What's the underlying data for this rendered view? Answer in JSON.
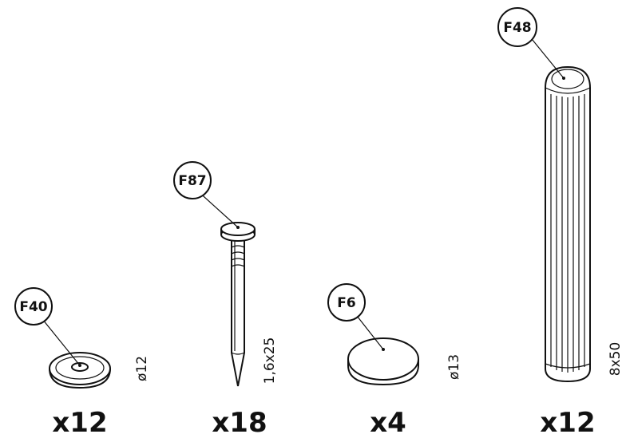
{
  "parts": [
    {
      "code": "F40",
      "quantity": "x12",
      "dimension": "ø12"
    },
    {
      "code": "F87",
      "quantity": "x18",
      "dimension": "1,6x25"
    },
    {
      "code": "F6",
      "quantity": "x4",
      "dimension": "ø13"
    },
    {
      "code": "F48",
      "quantity": "x12",
      "dimension": "8x50"
    }
  ]
}
